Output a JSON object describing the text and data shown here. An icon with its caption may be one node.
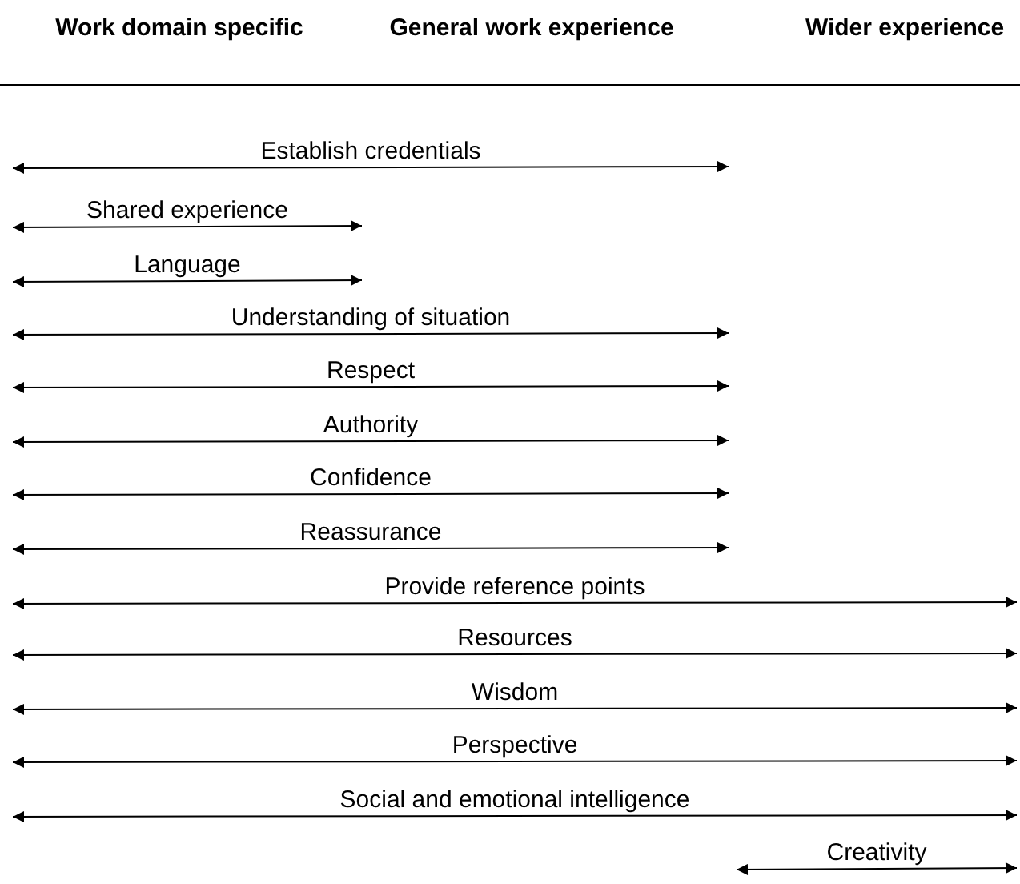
{
  "diagram": {
    "labels": [
      "Work domain specific",
      "General work experience",
      "Wider experience",
      "Establish credentials",
      "Shared experience",
      "Language",
      "Understanding of situation",
      "Respect",
      "Authority",
      "Confidence",
      "Reassurance",
      "Provide reference points",
      "Resources",
      "Wisdom",
      "Perspective",
      "Social and emotional intelligence",
      "Creativity"
    ]
  }
}
